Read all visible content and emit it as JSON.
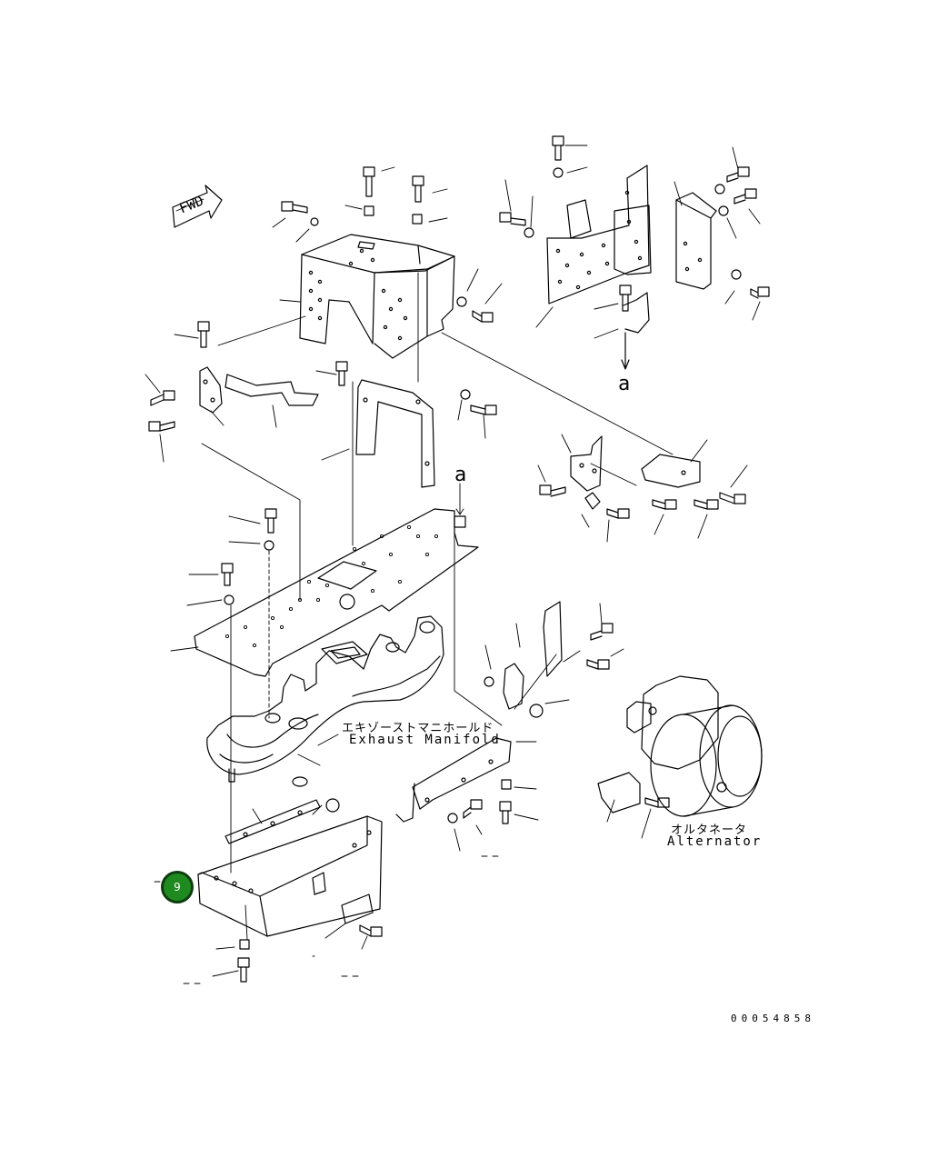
{
  "diagram": {
    "fwd_label": "FWD",
    "arrow_label_top": "a",
    "arrow_label_mid": "a",
    "exhaust_jp": "エキゾーストマニホールド",
    "exhaust_en": "Exhaust Manifold",
    "alternator_jp": "オルタネータ",
    "alternator_en": "Alternator",
    "ref_number": "00054858",
    "callout_number": "9"
  }
}
